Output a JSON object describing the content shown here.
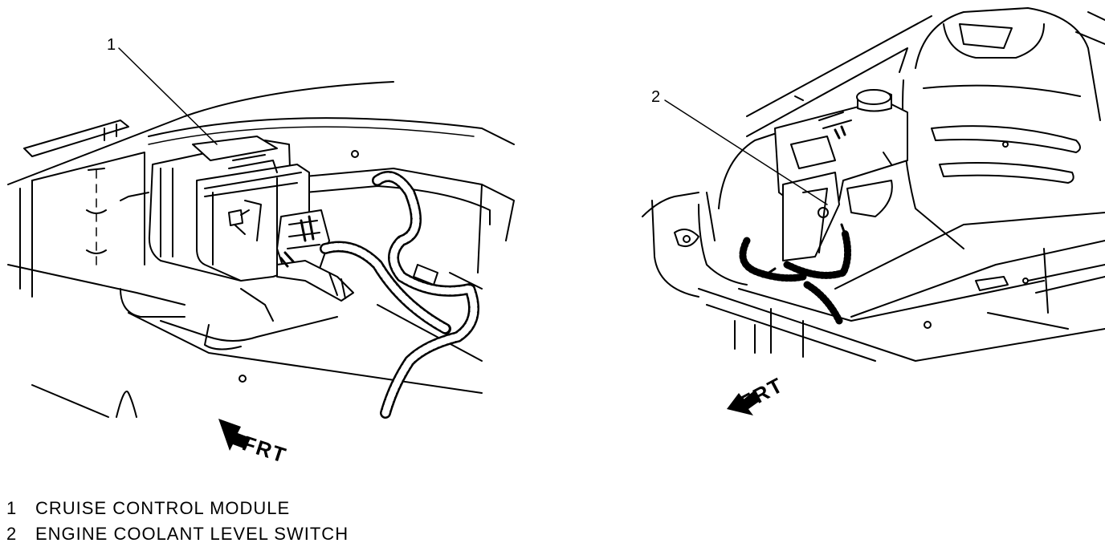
{
  "callouts": {
    "left": "1",
    "right": "2"
  },
  "arrows": {
    "left_label": "FRT",
    "right_label": "FRT"
  },
  "legend": {
    "items": [
      {
        "num": "1",
        "label": "CRUISE CONTROL MODULE"
      },
      {
        "num": "2",
        "label": "ENGINE COOLANT LEVEL SWITCH"
      }
    ]
  }
}
